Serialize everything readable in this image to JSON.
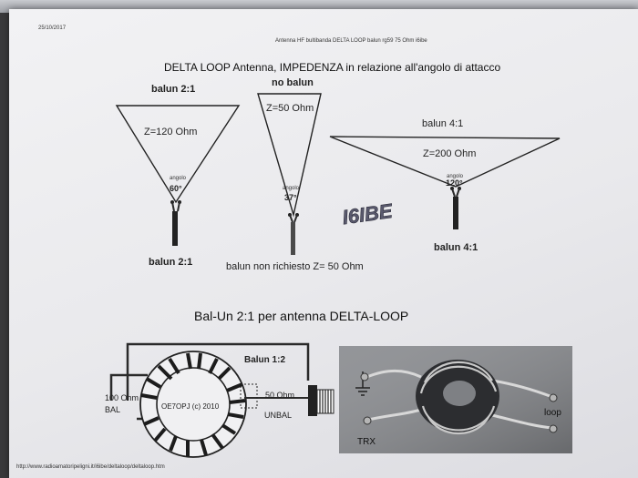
{
  "header": {
    "date": "25/10/2017",
    "caption": "Antenna HF bultibanda DELTA LOOP balun rg59 75 Ohm i6ibe"
  },
  "title": "DELTA LOOP Antenna,   IMPEDENZA in relazione all'angolo di attacco",
  "antennas": [
    {
      "top_label": "balun 2:1",
      "impedance": "Z=120 Ohm",
      "angle_word": "angolo",
      "angle_value": "60°",
      "bottom_label": "balun 2:1"
    },
    {
      "top_label": "no balun",
      "impedance": "Z=50 Ohm",
      "angle_word": "angolo",
      "angle_value": "37°",
      "bottom_label": "balun non richiesto Z= 50 Ohm"
    },
    {
      "top_label": "balun 4:1",
      "impedance": "Z=200 Ohm",
      "angle_word": "angolo",
      "angle_value": "120°",
      "bottom_label": "balun 4:1"
    }
  ],
  "watermark": "I6IBE",
  "section_title": "Bal-Un 2:1   per antenna DELTA-LOOP",
  "schematic": {
    "balun_label": "Balun 1:2",
    "bal_impedance": "100 Ohm",
    "bal_label": "BAL",
    "copyright": "OE7OPJ (c) 2010",
    "unbal_impedance": "50 Ohm",
    "unbal_label": "UNBAL"
  },
  "photo": {
    "trx_label": "TRX",
    "loop_label": "loop"
  },
  "footer": {
    "url": "http://www.radioamatoripeligni.it/i6ibe/deltaloop/deltaloop.htm"
  },
  "colors": {
    "paper": "#ececef",
    "ink": "#222222",
    "watermark": "#4a4a5e",
    "photo_bg": "#8c8e92"
  }
}
